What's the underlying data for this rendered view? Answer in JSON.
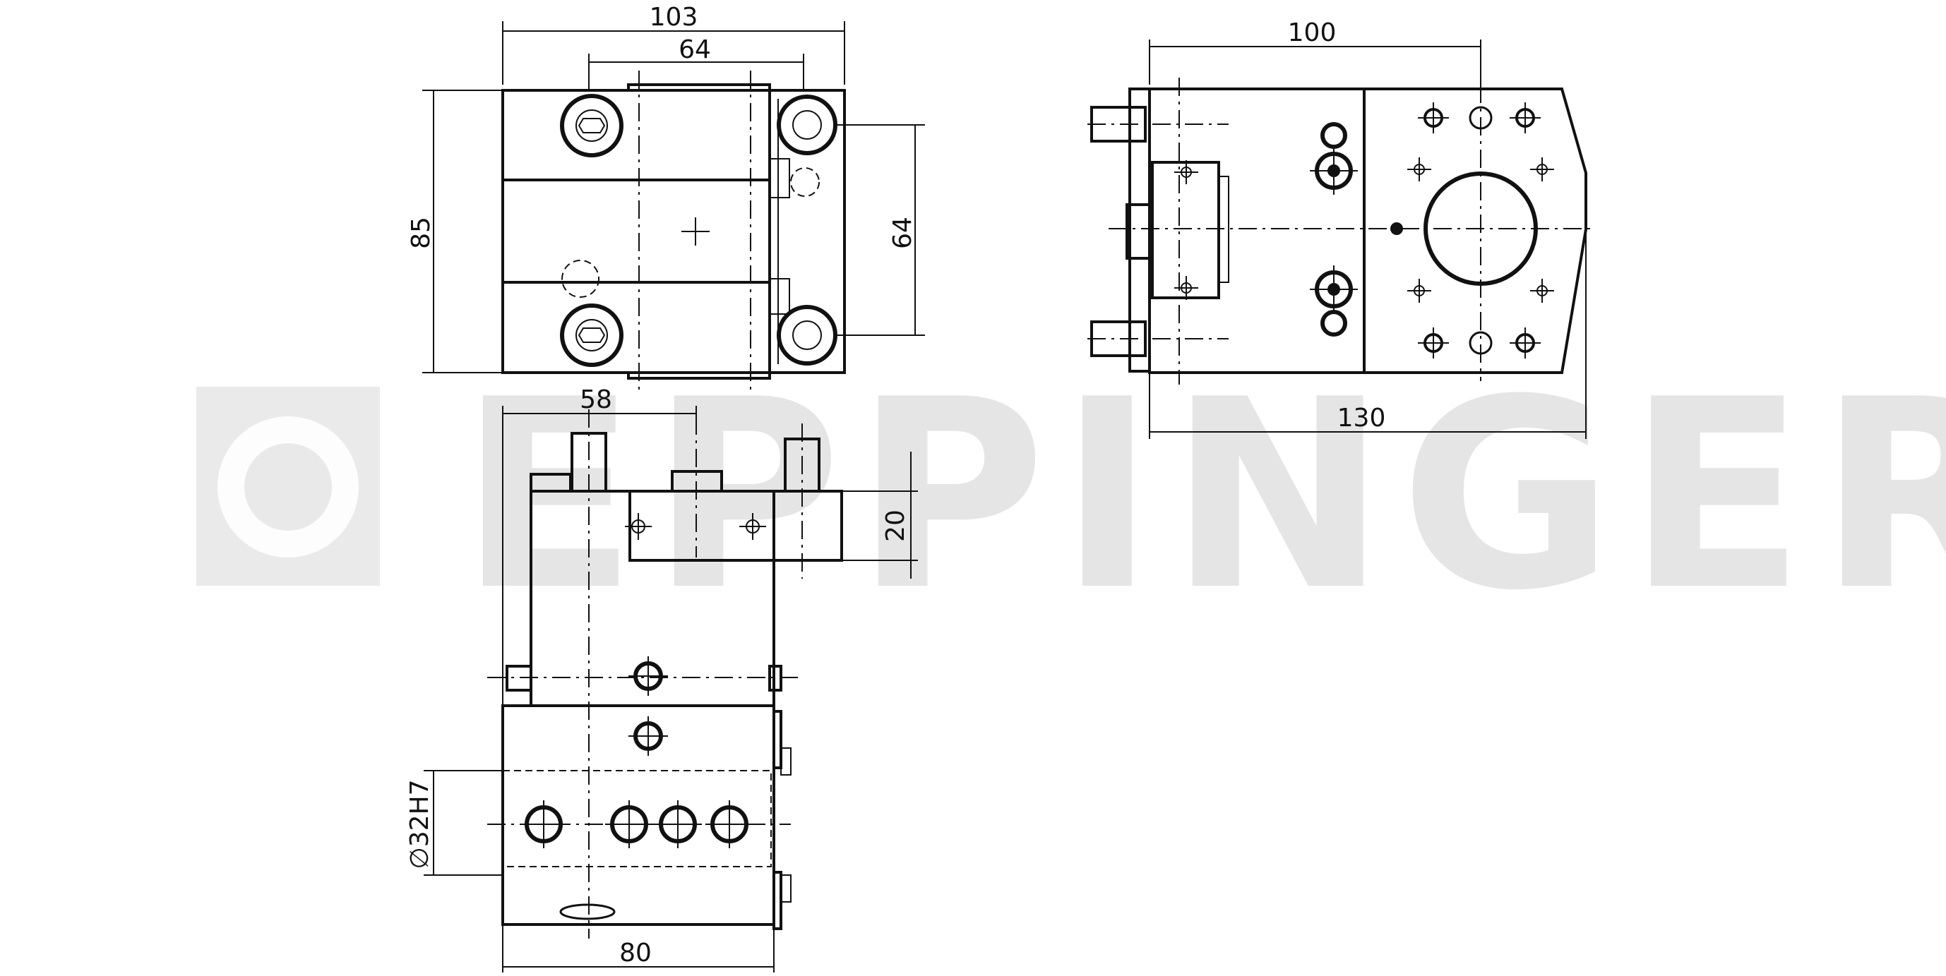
{
  "watermark": {
    "text": "EPPINGER"
  },
  "top_view": {
    "dim_width": "103",
    "dim_bolt_spacing": "64",
    "dim_height": "85",
    "dim_right_spacing": "64"
  },
  "side_view": {
    "dim_length": "100",
    "dim_total": "130"
  },
  "front_view": {
    "dim_offset": "58",
    "dim_projection": "20",
    "dim_bore": "∅32H7",
    "dim_width": "80"
  }
}
